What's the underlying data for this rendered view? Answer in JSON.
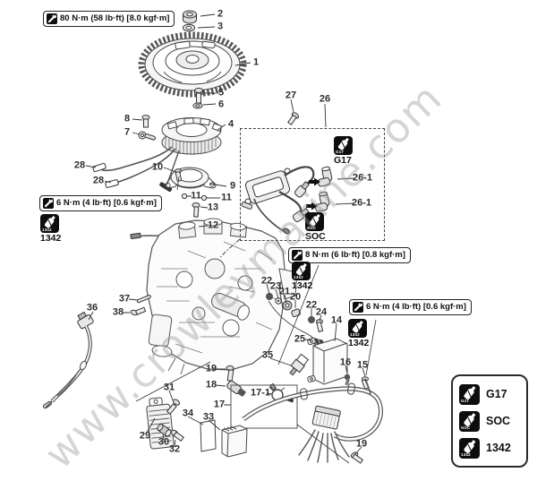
{
  "watermark": {
    "text": "www.crowleymarine.com"
  },
  "torque_labels": [
    {
      "text": "80 N·m (58 lb·ft) [8.0 kgf·m]"
    },
    {
      "text": "6 N·m (4 lb·ft) [0.6 kgf·m]"
    },
    {
      "text": "8 N·m (6 lb·ft) [0.8 kgf·m]"
    },
    {
      "text": "6 N·m (4 lb·ft) [0.6 kgf·m]"
    }
  ],
  "chemicals": {
    "g17": {
      "code": "G17"
    },
    "soc": {
      "code": "SOC"
    },
    "loctite": {
      "code": "1342"
    }
  },
  "legend": {
    "items": [
      {
        "code": "G17"
      },
      {
        "code": "SOC"
      },
      {
        "code": "1342"
      }
    ]
  },
  "callouts": [
    {
      "t": "2"
    },
    {
      "t": "3"
    },
    {
      "t": "1"
    },
    {
      "t": "5"
    },
    {
      "t": "6"
    },
    {
      "t": "8"
    },
    {
      "t": "7"
    },
    {
      "t": "4"
    },
    {
      "t": "28"
    },
    {
      "t": "28"
    },
    {
      "t": "10"
    },
    {
      "t": "9"
    },
    {
      "t": "11"
    },
    {
      "t": "11"
    },
    {
      "t": "13"
    },
    {
      "t": "12"
    },
    {
      "t": "27"
    },
    {
      "t": "26"
    },
    {
      "t": "26-1"
    },
    {
      "t": "26-1"
    },
    {
      "t": "22"
    },
    {
      "t": "23"
    },
    {
      "t": "21"
    },
    {
      "t": "20"
    },
    {
      "t": "22"
    },
    {
      "t": "24"
    },
    {
      "t": "14"
    },
    {
      "t": "25"
    },
    {
      "t": "35"
    },
    {
      "t": "16"
    },
    {
      "t": "15"
    },
    {
      "t": "19"
    },
    {
      "t": "18"
    },
    {
      "t": "17-1"
    },
    {
      "t": "17"
    },
    {
      "t": "31"
    },
    {
      "t": "29"
    },
    {
      "t": "30"
    },
    {
      "t": "32"
    },
    {
      "t": "34"
    },
    {
      "t": "33"
    },
    {
      "t": "36"
    },
    {
      "t": "37"
    },
    {
      "t": "38"
    },
    {
      "t": "19"
    }
  ],
  "colors": {
    "line": "#444444",
    "label_border": "#222222",
    "watermark": "#969696"
  }
}
